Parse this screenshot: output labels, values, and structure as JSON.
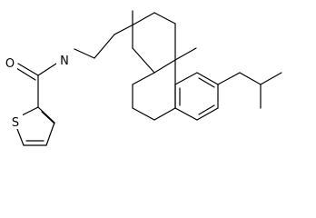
{
  "atoms": {
    "nitrogen": "N",
    "oxygen": "O",
    "sulfur": "S"
  },
  "colors": {
    "background": "#ffffff",
    "bond": "#000000",
    "text": "#000000"
  }
}
